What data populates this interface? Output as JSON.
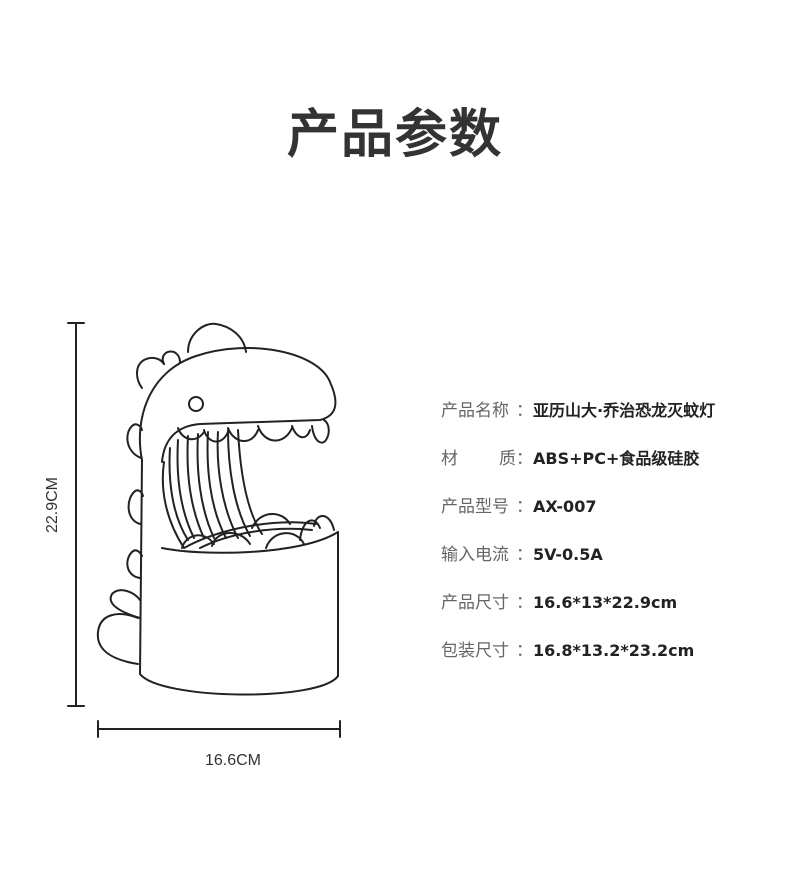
{
  "header": {
    "title": "产品参数"
  },
  "dimensions": {
    "width_label": "16.6CM",
    "height_label": "22.9CM"
  },
  "specs": [
    {
      "label": "产品名称",
      "separator": "：",
      "value": "亚历山大·乔治恐龙灭蚊灯"
    },
    {
      "label_a": "材",
      "label_b": "质",
      "separator": "：",
      "value": "ABS+PC+食品级硅胶"
    },
    {
      "label": "产品型号",
      "separator": "：",
      "value": "AX-007"
    },
    {
      "label": "输入电流",
      "separator": "：",
      "value": "5V-0.5A"
    },
    {
      "label": "产品尺寸",
      "separator": "：",
      "value": "16.6*13*22.9cm"
    },
    {
      "label": "包装尺寸",
      "separator": "：",
      "value": "16.8*13.2*23.2cm"
    }
  ],
  "colors": {
    "title": "#333333",
    "label": "#666666",
    "value": "#222222",
    "outline": "#222222"
  },
  "icons": {
    "product": "dinosaur-lamp-outline"
  }
}
